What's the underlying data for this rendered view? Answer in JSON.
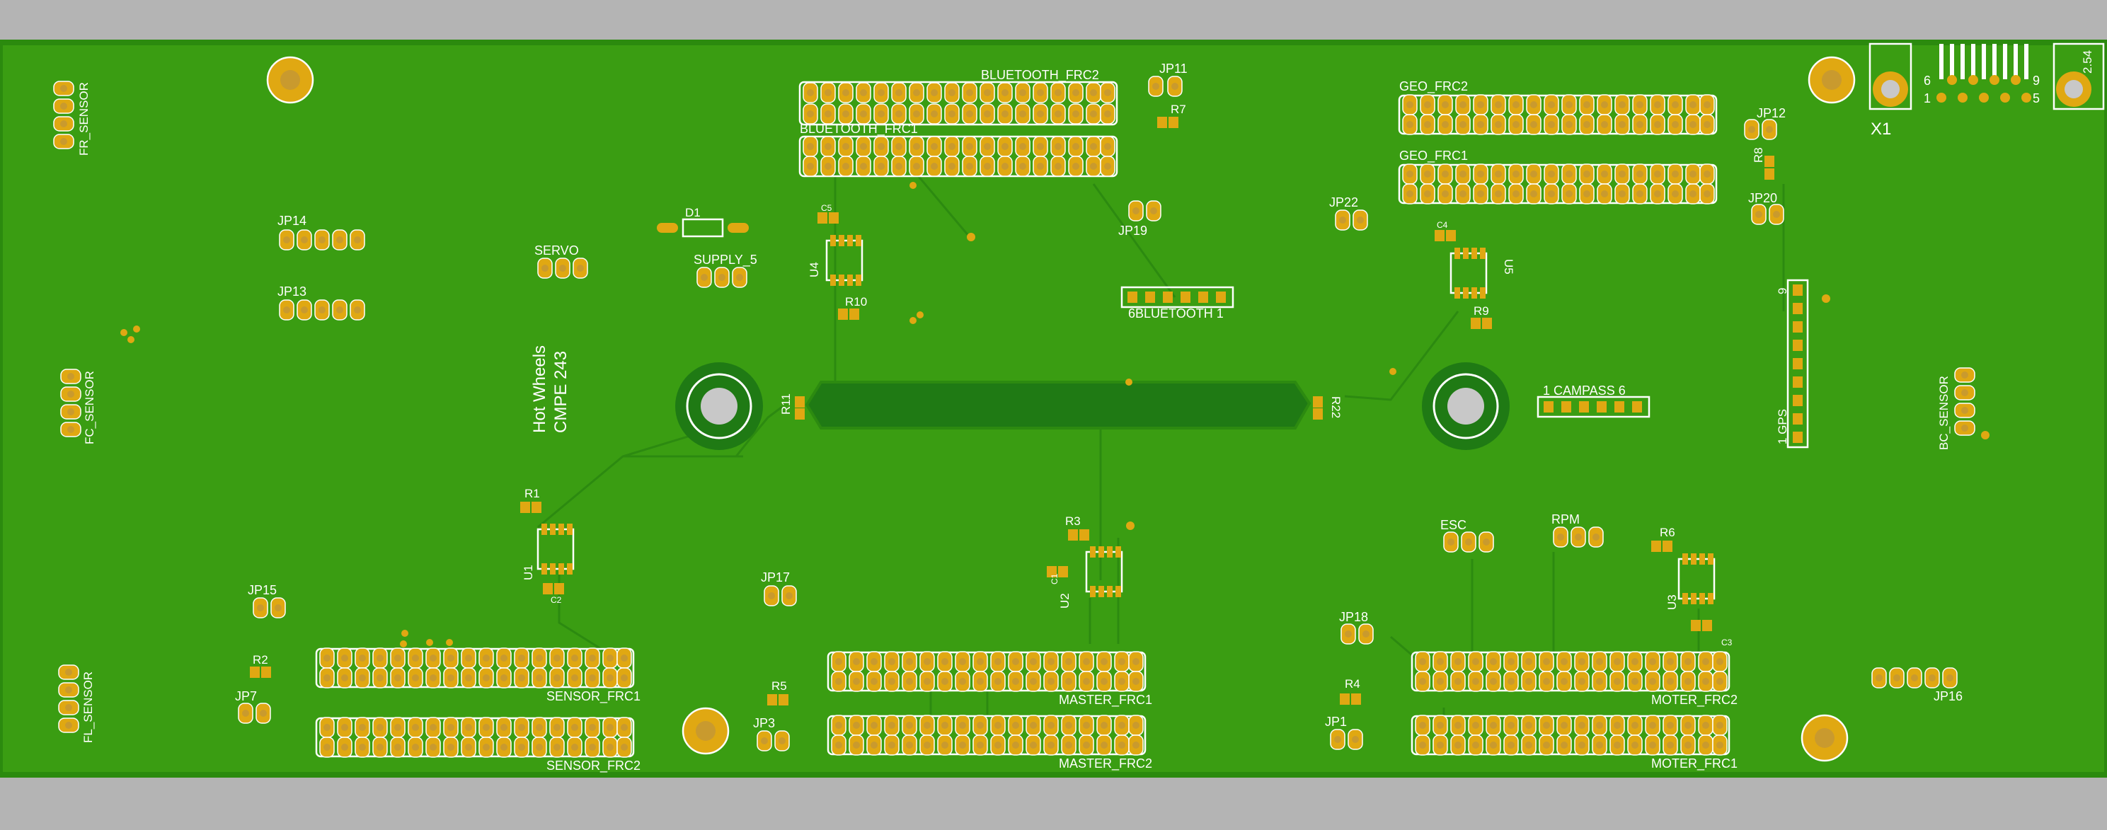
{
  "colors": {
    "background": "#b4b4b4",
    "board": "#3a9d12",
    "board_edge": "#2b8a0e",
    "trace": "#2c8a10",
    "copper_pour": "#1f7a14",
    "pad": "#e0a812",
    "pad_hole": "#c99a2e",
    "silkscreen": "#ffffff",
    "mount_hole": "#c8c8c8"
  },
  "board_text": {
    "line1": "Hot Wheels",
    "line2": "CMPE 243"
  },
  "connectors": {
    "bluetooth_frc2": "BLUETOOTH_FRC2",
    "bluetooth_frc1": "BLUETOOTH_FRC1",
    "geo_frc2": "GEO_FRC2",
    "geo_frc1": "GEO_FRC1",
    "sensor_frc1": "SENSOR_FRC1",
    "sensor_frc2": "SENSOR_FRC2",
    "master_frc1": "MASTER_FRC1",
    "master_frc2": "MASTER_FRC2",
    "moter_frc2": "MOTER_FRC2",
    "moter_frc1": "MOTER_FRC1"
  },
  "headers": {
    "jp1": "JP1",
    "jp3": "JP3",
    "jp7": "JP7",
    "jp11": "JP11",
    "jp12": "JP12",
    "jp13": "JP13",
    "jp14": "JP14",
    "jp15": "JP15",
    "jp16": "JP16",
    "jp17": "JP17",
    "jp18": "JP18",
    "jp19": "JP19",
    "jp20": "JP20",
    "jp22": "JP22",
    "servo": "SERVO",
    "supply_5": "SUPPLY_5",
    "esc": "ESC",
    "rpm": "RPM"
  },
  "sensors": {
    "fr": "FR_SENSOR",
    "fc": "FC_SENSOR",
    "fl": "FL_SENSOR",
    "bc": "BC_SENSOR"
  },
  "modules": {
    "bluetooth_label": "6BLUETOOTH  1",
    "campass_label": "1  CAMPASS  6",
    "gps_label": "1  GPS",
    "gps_pin_top": "9",
    "x1": "X1",
    "x1_pin6": "6",
    "x1_pin9": "9",
    "x1_pin1": "1",
    "x1_pin5": "5",
    "pitch": "2.54"
  },
  "components": {
    "u1": "U1",
    "u2": "U2",
    "u3": "U3",
    "u4": "U4",
    "u5": "U5",
    "r1": "R1",
    "r2": "R2",
    "r3": "R3",
    "r4": "R4",
    "r5": "R5",
    "r6": "R6",
    "r7": "R7",
    "r8": "R8",
    "r9": "R9",
    "r10": "R10",
    "r11": "R11",
    "r22": "R22",
    "d1": "D1",
    "c1": "C1",
    "c2": "C2",
    "c3": "C3",
    "c4": "C4",
    "c5": "C5"
  }
}
